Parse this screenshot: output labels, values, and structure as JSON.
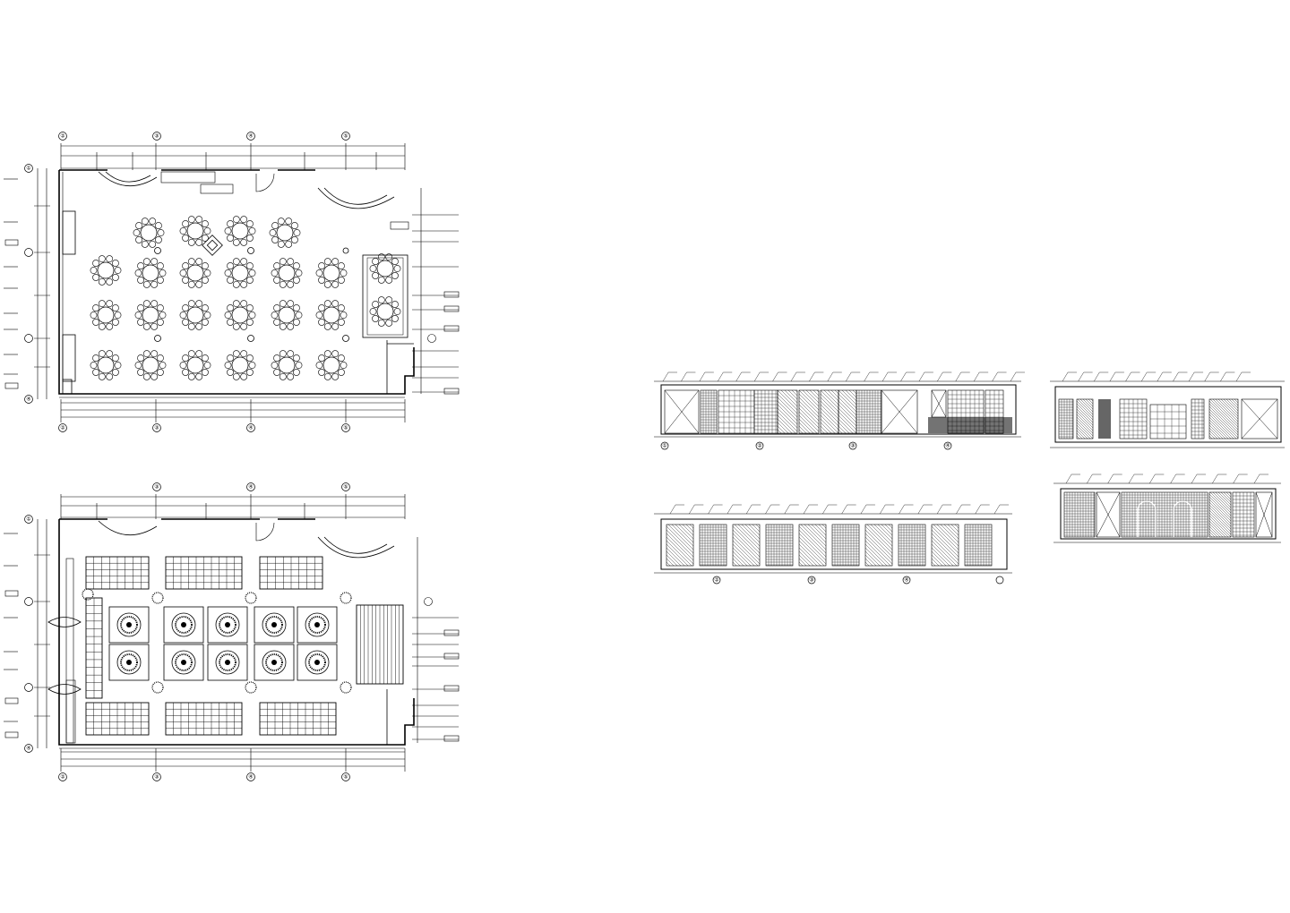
{
  "plans": {
    "axes_horizontal": [
      "②",
      "③",
      "④",
      "⑤"
    ],
    "axes_vertical": [
      "①",
      "④"
    ]
  },
  "elevations": {
    "elevation_a_axes": [
      "①",
      "②",
      "③",
      "④"
    ],
    "elevation_c_axes": [
      "②",
      "③",
      "④"
    ]
  }
}
